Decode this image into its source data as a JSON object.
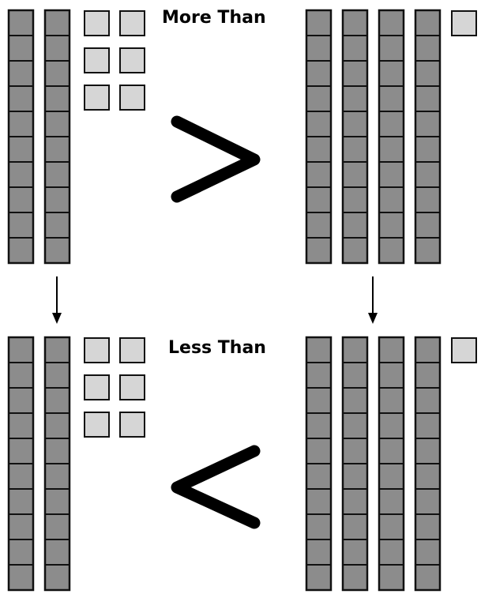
{
  "top": {
    "label": "More Than",
    "left": {
      "tens": 2,
      "ones": 6
    },
    "right": {
      "tens": 4,
      "ones": 1
    },
    "symbol": ">"
  },
  "bottom": {
    "label": "Less Than",
    "left": {
      "tens": 2,
      "ones": 6
    },
    "right": {
      "tens": 4,
      "ones": 1
    },
    "symbol": "<"
  },
  "colors": {
    "ten_rod_fill": "#8c8c8c",
    "unit_cube_fill": "#d6d6d6",
    "outline": "#111111"
  }
}
